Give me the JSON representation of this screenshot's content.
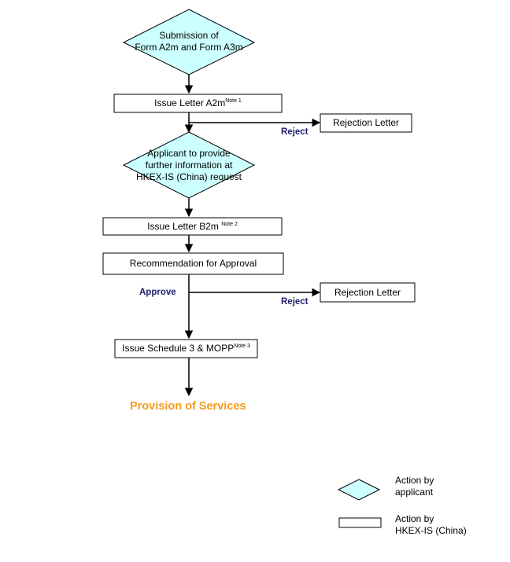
{
  "nodes": {
    "submission": {
      "line1": "Submission of",
      "line2": "Form A2m and Form A3m"
    },
    "issue_a2m": {
      "text": "Issue  Letter A2m",
      "note": "Note 1"
    },
    "rejection1": {
      "text": "Rejection Letter"
    },
    "reject1": "Reject",
    "further_info": {
      "line1": "Applicant to provide",
      "line2": "further information at",
      "line3": "HKEX-IS (China) request"
    },
    "issue_b2m": {
      "text": "Issue Letter  B2m",
      "note": "Note 2"
    },
    "recommendation": {
      "text": "Recommendation for Approval"
    },
    "approve": "Approve",
    "reject2": "Reject",
    "rejection2": {
      "text": "Rejection Letter"
    },
    "issue_schedule": {
      "text": "Issue Schedule 3 & MOPP",
      "note": "Note 3"
    },
    "final": "Provision of Services"
  },
  "legend": {
    "applicant": {
      "line1": "Action by",
      "line2": "applicant"
    },
    "hkex": {
      "line1": "Action by",
      "line2": "HKEX-IS  (China)"
    }
  },
  "colors": {
    "diamond_fill": "#ccffff",
    "label_blue": "#1f1f6e",
    "final_orange": "#f59c1c"
  }
}
